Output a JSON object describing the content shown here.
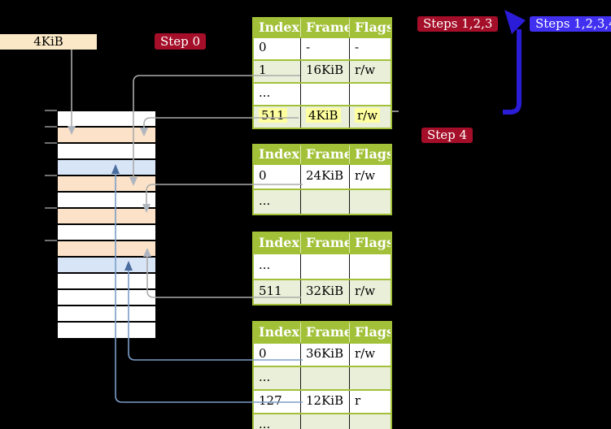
{
  "labels": {
    "page_size": "4KiB"
  },
  "badges": {
    "step0": "Step 0",
    "steps123": "Steps 1,2,3",
    "steps1234": "Steps 1,2,3,4",
    "step4": "Step 4"
  },
  "colors": {
    "background": "#000000",
    "badge_red": "#A40E28",
    "badge_blue": "#4130F0",
    "recursive_arrow_blue": "#2B1CD8",
    "table_green": "#A2C139",
    "table_row_green": "#E9EFD8",
    "highlight_yellow": "#FEFF9E",
    "frame_table_peach": "#FBE2C8",
    "frame_mapped_blue": "#D8E5F6",
    "connector_gray": "#ABABAB",
    "connector_blue": "#7D9DC9",
    "page_size_label_bg": "#FAE8C6"
  },
  "memory": {
    "rows": [
      {
        "kind": "free"
      },
      {
        "kind": "page-table"
      },
      {
        "kind": "free"
      },
      {
        "kind": "mapped-page"
      },
      {
        "kind": "page-table"
      },
      {
        "kind": "free"
      },
      {
        "kind": "page-table"
      },
      {
        "kind": "free"
      },
      {
        "kind": "page-table"
      },
      {
        "kind": "mapped-page"
      },
      {
        "kind": "free"
      },
      {
        "kind": "free"
      },
      {
        "kind": "free"
      },
      {
        "kind": "free"
      }
    ]
  },
  "tables": [
    {
      "id": "table-1",
      "headers": [
        "Index",
        "Frame",
        "Flags"
      ],
      "rows": [
        {
          "cells": [
            "0",
            "-",
            "-"
          ],
          "shade": "white"
        },
        {
          "cells": [
            "1",
            "16KiB",
            "r/w"
          ],
          "shade": "green"
        },
        {
          "cells": [
            "...",
            "",
            ""
          ],
          "shade": "white"
        },
        {
          "cells": [
            "511",
            "4KiB",
            "r/w"
          ],
          "shade": "green",
          "hl": "yes"
        }
      ]
    },
    {
      "id": "table-2",
      "headers": [
        "Index",
        "Frame",
        "Flags"
      ],
      "rows": [
        {
          "cells": [
            "0",
            "24KiB",
            "r/w"
          ],
          "shade": "white"
        },
        {
          "cells": [
            "...",
            "",
            ""
          ],
          "shade": "green"
        }
      ]
    },
    {
      "id": "table-3",
      "headers": [
        "Index",
        "Frame",
        "Flags"
      ],
      "rows": [
        {
          "cells": [
            "...",
            "",
            ""
          ],
          "shade": "white"
        },
        {
          "cells": [
            "511",
            "32KiB",
            "r/w"
          ],
          "shade": "green"
        }
      ]
    },
    {
      "id": "table-4",
      "headers": [
        "Index",
        "Frame",
        "Flags"
      ],
      "rows": [
        {
          "cells": [
            "0",
            "36KiB",
            "r/w"
          ],
          "shade": "white"
        },
        {
          "cells": [
            "...",
            "",
            ""
          ],
          "shade": "green"
        },
        {
          "cells": [
            "127",
            "12KiB",
            "r"
          ],
          "shade": "white"
        },
        {
          "cells": [
            "...",
            "",
            ""
          ],
          "shade": "green"
        }
      ]
    }
  ],
  "connections": [
    {
      "from": "page-size-label",
      "to": "frame-4KiB",
      "style": "gray-arrow"
    },
    {
      "from": "table-1-entry-1",
      "to": "frame-16KiB",
      "style": "gray-arrow"
    },
    {
      "from": "table-1-entry-511",
      "to": "frame-4KiB",
      "style": "gray-arrow"
    },
    {
      "from": "table-2-entry-0",
      "to": "frame-24KiB",
      "style": "gray-arrow"
    },
    {
      "from": "table-3-entry-511",
      "to": "frame-32KiB",
      "style": "gray-arrow"
    },
    {
      "from": "table-4-entry-0",
      "to": "frame-36KiB",
      "style": "blue-arrow"
    },
    {
      "from": "table-4-entry-127",
      "to": "frame-12KiB",
      "style": "blue-arrow"
    },
    {
      "from": "table-1-entry-511",
      "to": "table-1",
      "style": "bold-blue-recursive-arrow"
    }
  ]
}
